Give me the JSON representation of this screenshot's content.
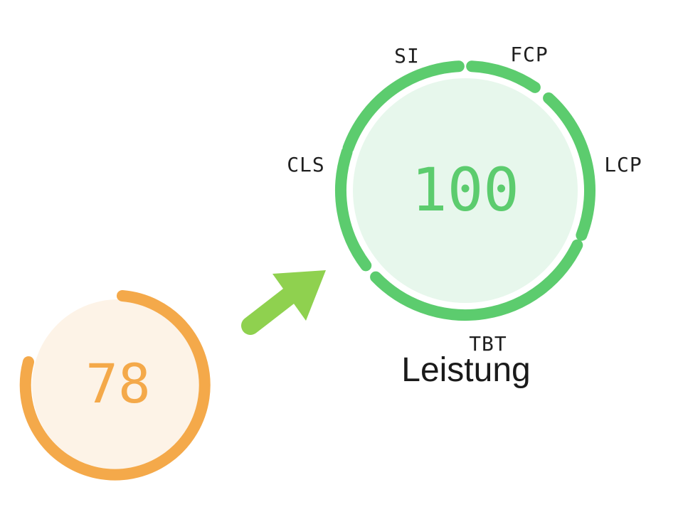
{
  "old_gauge": {
    "score": "78",
    "score_value": 78,
    "color": "#f4a94a",
    "fill_color": "#fdf3e7"
  },
  "arrow": {
    "color": "#8fd14f"
  },
  "new_gauge": {
    "score": "100",
    "score_value": 100,
    "category": "Leistung",
    "color": "#5ccc6e",
    "fill_color": "#e7f7ec",
    "text_color": "#5ccc6e",
    "metrics": [
      "SI",
      "FCP",
      "LCP",
      "TBT",
      "CLS"
    ]
  }
}
